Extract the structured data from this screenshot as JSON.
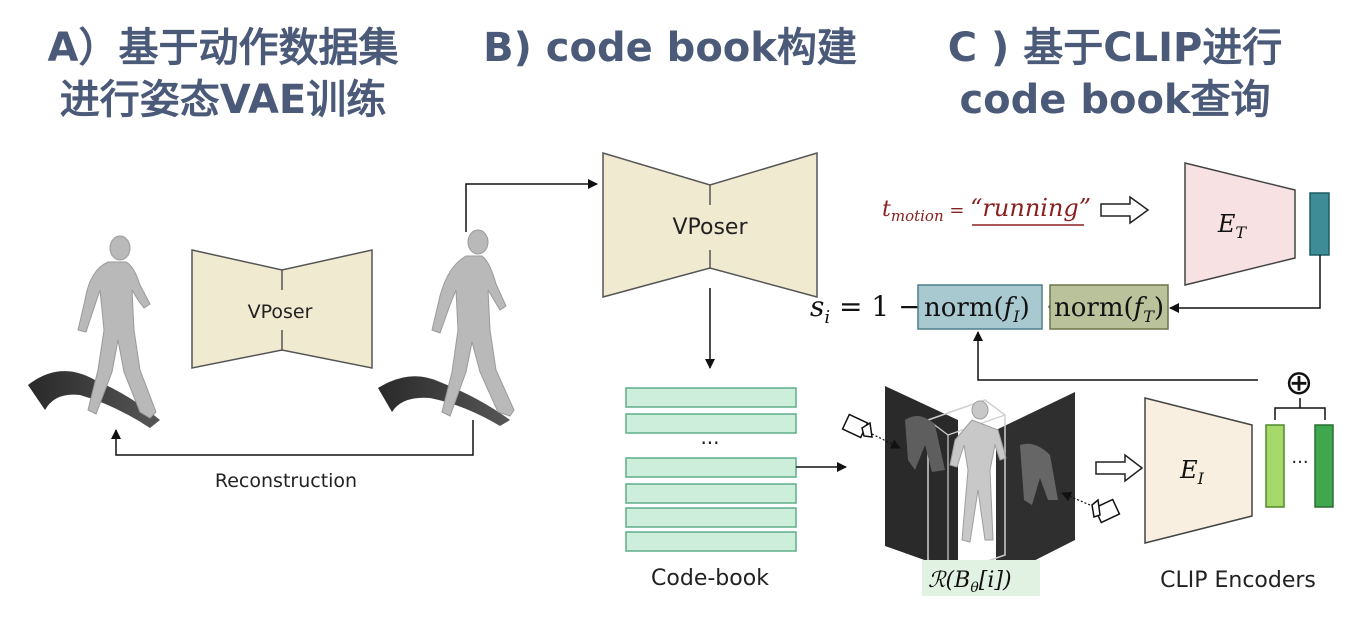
{
  "headings": {
    "a_line1": "A）基于动作数据集",
    "a_line2": "进行姿态VAE训练",
    "b_line1": "B) code book构建",
    "c_line1": "C ) 基于CLIP进行",
    "c_line2": "code book查询"
  },
  "panel_a": {
    "vposer_label": "VPoser",
    "reconstruction_label": "Reconstruction"
  },
  "panel_b": {
    "vposer_label": "VPoser",
    "ellipsis": "···",
    "codebook_label": "Code-book"
  },
  "panel_c": {
    "t_motion_var": "t",
    "t_motion_sub": "motion",
    "t_motion_eq": " = ",
    "t_motion_value": "“running”",
    "text_encoder_var": "E",
    "text_encoder_sub": "T",
    "image_encoder_var": "E",
    "image_encoder_sub": "I",
    "formula_lhs_var": "s",
    "formula_lhs_sub": "i",
    "formula_mid": " = 1 − ",
    "norm_image_prefix": "norm(",
    "norm_image_var": "f",
    "norm_image_sub": "I",
    "norm_close": ")",
    "dot": "·",
    "norm_text_prefix": "norm(",
    "norm_text_var": "f",
    "norm_text_sub": "T",
    "sum_symbol": "⊕",
    "encoder_dots": "···",
    "render_label": "ℛ(B",
    "render_sub": "θ",
    "render_suffix": "[i])",
    "clip_label": "CLIP Encoders"
  },
  "colors": {
    "heading": "#4a5a78",
    "vposer_fill": "#f0ead0",
    "codebook_fill": "#cdeedb",
    "text_encoder_fill": "#f7e1e2",
    "image_encoder_fill": "#f8efe0",
    "norm_image_fill": "#a9c9d1",
    "norm_text_fill": "#b9c29a",
    "text_feature_fill": "#3d8c96",
    "image_feature_fill": "#8bcf5a",
    "motion_text": "#8b2020"
  }
}
